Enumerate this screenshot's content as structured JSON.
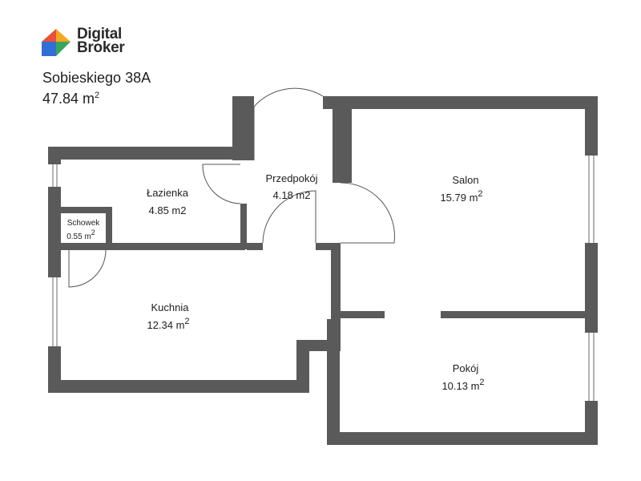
{
  "brand": {
    "line1": "Digital",
    "line2": "Broker"
  },
  "property": {
    "address": "Sobieskiego 38A",
    "area": "47.84 m",
    "area_sup": "2"
  },
  "rooms": [
    {
      "id": "lazienka",
      "name": "Łazienka",
      "area": "4.85 m2",
      "sup": ""
    },
    {
      "id": "przedpokoj",
      "name": "Przedpokój",
      "area": "4.18 m2",
      "sup": ""
    },
    {
      "id": "salon",
      "name": "Salon",
      "area": "15.79 m",
      "sup": "2"
    },
    {
      "id": "schowek",
      "name": "Schowek",
      "area": "0.55 m",
      "sup": "2"
    },
    {
      "id": "kuchnia",
      "name": "Kuchnia",
      "area": "12.34 m",
      "sup": "2"
    },
    {
      "id": "pokoj",
      "name": "Pokój",
      "area": "10.13 m",
      "sup": "2"
    }
  ],
  "colors": {
    "wall": "#5a5a5a",
    "logo_red": "#e8503a",
    "logo_orange": "#f5a623",
    "logo_blue": "#2f6fd6",
    "logo_green": "#3aa55c"
  }
}
